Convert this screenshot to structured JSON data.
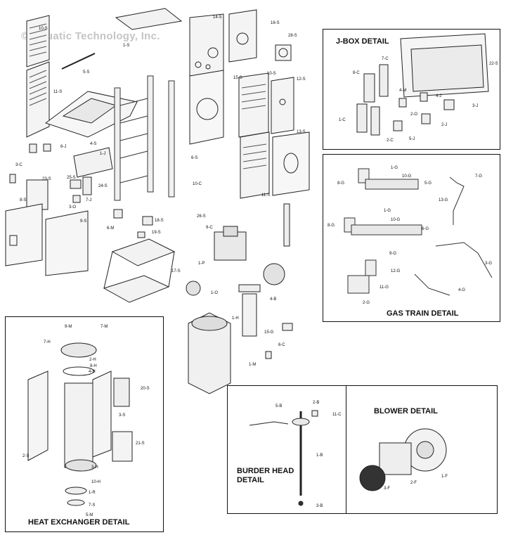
{
  "watermark": "© Aquatic Technology, Inc.",
  "details": {
    "jbox": "J-BOX DETAIL",
    "gas_train": "GAS TRAIN DETAIL",
    "heat_exchanger": "HEAT EXCHANGER DETAIL",
    "burner_head": "BURDER HEAD\nDETAIL",
    "blower": "BLOWER DETAIL"
  },
  "labels": {
    "main": [
      "1-S",
      "10-S",
      "14-S",
      "16-S",
      "28-S",
      "5-S",
      "11-S",
      "15-S",
      "10-S",
      "12-S",
      "13-S",
      "4-S",
      "6-J",
      "1-J",
      "6-S",
      "3-C",
      "25-S",
      "23-S",
      "24-S",
      "7-J",
      "3-O",
      "11-S",
      "10-C",
      "26-S",
      "8-S",
      "9-S",
      "6-M",
      "18-S",
      "19-S",
      "9-C",
      "17-S",
      "1-P",
      "1-O",
      "4-B",
      "1-H",
      "15-G",
      "6-C",
      "1-M"
    ],
    "jbox": [
      "7-C",
      "8-C",
      "4-M",
      "22-S",
      "4-J",
      "3-J",
      "2-O",
      "1-C",
      "2-C",
      "5-J",
      "2-J"
    ],
    "gas_train": [
      "1-G",
      "10-G",
      "8-G",
      "5-G",
      "7-G",
      "13-G",
      "1-G",
      "10-G",
      "8-G",
      "6-G",
      "9-G",
      "12-G",
      "11-G",
      "2-G",
      "3-G",
      "4-G"
    ],
    "heat_exchanger": [
      "9-M",
      "7-M",
      "7-H",
      "2-H",
      "8-H",
      "4-H",
      "20-S",
      "3-S",
      "2-S",
      "21-S",
      "3-H",
      "10-H",
      "1-R",
      "7-S",
      "5-M"
    ],
    "burner_head": [
      "5-B",
      "2-B",
      "11-C",
      "1-B",
      "3-B"
    ],
    "blower": [
      "2-F",
      "3-F",
      "1-F"
    ]
  }
}
